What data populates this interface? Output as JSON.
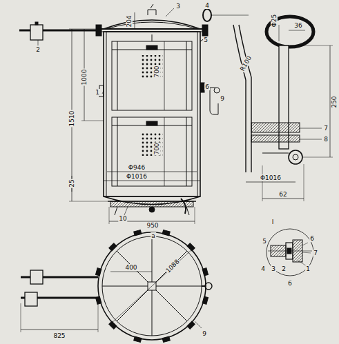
{
  "diagram": {
    "labels": [
      "2",
      "3",
      "4",
      "204",
      "5",
      "1000",
      "1510",
      "700",
      "1",
      "6",
      "9",
      "700",
      "Φ946",
      "Φ1016",
      "25",
      "10",
      "950",
      "а",
      "Φ25",
      "36",
      "R100",
      "250",
      "7",
      "8",
      "Φ1016",
      "62",
      "I",
      "5",
      "6",
      "7",
      "4",
      "3",
      "2",
      "1",
      "б",
      "400",
      "1088",
      "825",
      "9"
    ]
  }
}
